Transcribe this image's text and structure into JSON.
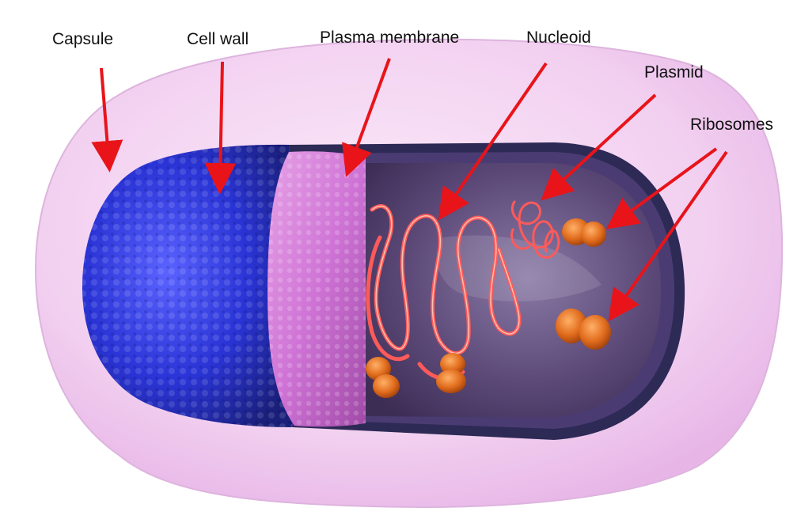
{
  "labels": {
    "capsule": "Capsule",
    "cell_wall": "Cell wall",
    "plasma_membrane": "Plasma membrane",
    "nucleoid": "Nucleoid",
    "plasmid": "Plasmid",
    "ribosomes": "Ribosomes"
  },
  "colors": {
    "capsule": "#f0c8ef",
    "cell_wall": "#2a2fc8",
    "plasma_membrane": "#d178d8",
    "cytoplasm": "#4d3b68",
    "outer_rim": "#2d2a55",
    "dna": "#ff5a5a",
    "ribosome": "#d9661a",
    "arrow": "#e8141a"
  }
}
